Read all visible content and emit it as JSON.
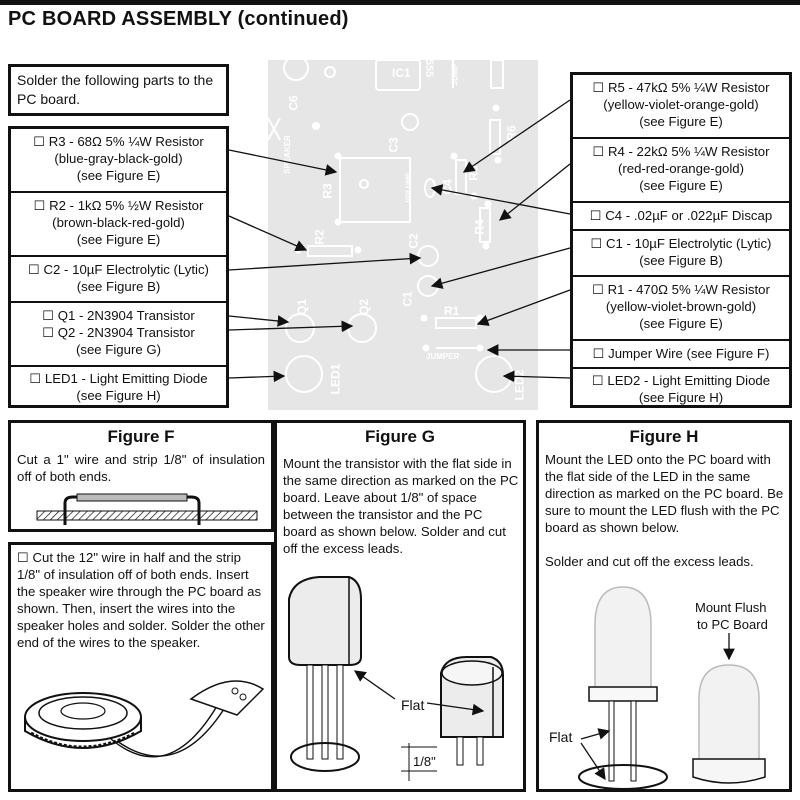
{
  "header": {
    "title": "PC BOARD ASSEMBLY (continued)"
  },
  "intro": "Solder the following parts to the PC board.",
  "left_parts": [
    {
      "lines": [
        "☐ R3 - 68Ω 5% ¼W Resistor",
        "(blue-gray-black-gold)",
        "(see Figure E)"
      ]
    },
    {
      "lines": [
        "☐ R2 - 1kΩ 5% ½W Resistor",
        "(brown-black-red-gold)",
        "(see Figure E)"
      ]
    },
    {
      "lines": [
        "☐ C2 - 10µF Electrolytic (Lytic)",
        "(see Figure B)"
      ]
    },
    {
      "lines": [
        "☐ Q1 - 2N3904 Transistor",
        "☐ Q2 - 2N3904 Transistor",
        "(see Figure G)"
      ]
    },
    {
      "lines": [
        "☐ LED1 - Light Emitting Diode",
        "(see Figure H)"
      ]
    }
  ],
  "right_parts": [
    {
      "lines": [
        "☐ R5 - 47kΩ 5% ¼W Resistor",
        "(yellow-violet-orange-gold)",
        "(see Figure E)"
      ]
    },
    {
      "lines": [
        "☐ R4 - 22kΩ 5% ¼W Resistor",
        "(red-red-orange-gold)",
        "(see Figure E)"
      ]
    },
    {
      "lines": [
        "☐ C4 - .02µF or .022µF Discap"
      ]
    },
    {
      "lines": [
        "☐ C1 - 10µF Electrolytic (Lytic)",
        "(see Figure B)"
      ]
    },
    {
      "lines": [
        "☐ R1 - 470Ω 5% ¼W Resistor",
        "(yellow-violet-brown-gold)",
        "(see Figure E)"
      ]
    },
    {
      "lines": [
        "☐ Jumper Wire (see Figure F)"
      ]
    },
    {
      "lines": [
        "☐ LED2 - Light Emitting Diode",
        "(see Figure H)"
      ]
    }
  ],
  "board_labels": {
    "ic1": "IC1",
    "num555": "555",
    "jump": "JUMP",
    "speaker": "SPEAKER",
    "c6": "C6",
    "c3": "C3",
    "r3": "R3",
    "volume": "VOLUME",
    "c4": "C4",
    "r5": "R5",
    "r6": "R6",
    "r2": "R2",
    "c2": "C2",
    "r4": "R4",
    "c1": "C1",
    "r1": "R1",
    "jumper": "JUMPER",
    "q1": "Q1",
    "q2": "Q2",
    "led1": "LED1",
    "led2": "LED2"
  },
  "figure_f": {
    "title": "Figure F",
    "text": "Cut a 1\" wire and strip 1/8\" of insulation off of both ends."
  },
  "speaker_box": {
    "text": "☐ Cut the 12\" wire in half and the strip 1/8\" of insulation off of both ends. Insert the speaker wire through the PC board as shown. Then, insert the wires into the speaker holes and solder. Solder the other end of the wires to the speaker."
  },
  "figure_g": {
    "title": "Figure G",
    "text": "Mount the transistor with the flat side in the same direction as marked on the PC board. Leave about 1/8\" of space between the transistor and the PC board as shown below. Solder and cut off the excess leads.",
    "flat_label": "Flat",
    "gap_label": "1/8\""
  },
  "figure_h": {
    "title": "Figure H",
    "text1": "Mount the LED onto the PC board with the flat side of the LED in the same direction as marked on the PC board. Be sure to mount the LED flush with the PC board as shown below.",
    "text2": "Solder and cut off the excess leads.",
    "mount_line1": "Mount Flush",
    "mount_line2": "to PC Board",
    "flat_label": "Flat"
  },
  "colors": {
    "ink": "#111111",
    "board": "#e6e6e6",
    "led": "#f2f2f2"
  }
}
